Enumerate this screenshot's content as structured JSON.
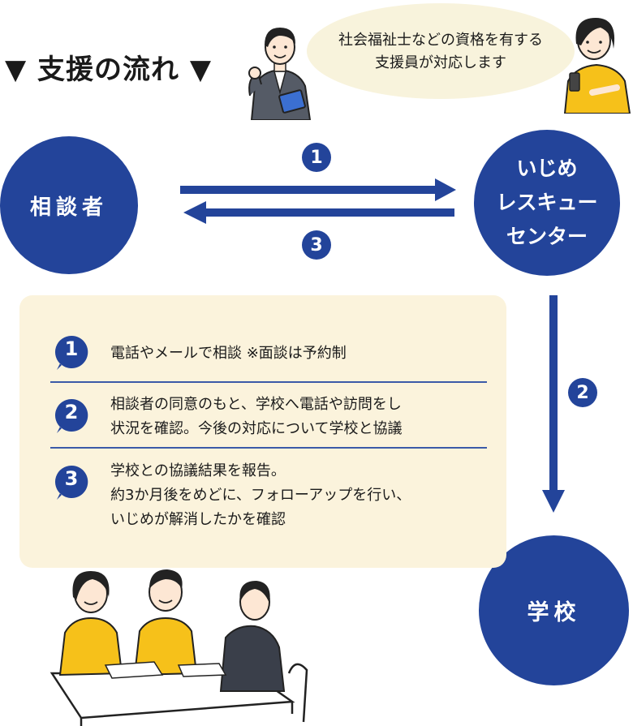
{
  "title": "▼ 支援の流れ ▼",
  "speech": {
    "line1": "社会福祉士などの資格を有する",
    "line2": "支援員が対応します"
  },
  "nodes": {
    "consulter": "相談者",
    "center_lines": [
      "いじめ",
      "レスキュー",
      "センター"
    ],
    "school": "学校"
  },
  "arrows": {
    "arrow1_num": "1",
    "arrow3_num": "3",
    "arrow2_num": "2"
  },
  "steps": [
    {
      "num": "1",
      "lines": [
        "電話やメールで相談 ※面談は予約制"
      ]
    },
    {
      "num": "2",
      "lines": [
        "相談者の同意のもと、学校へ電話や訪問をし",
        "状況を確認。今後の対応について学校と協議"
      ]
    },
    {
      "num": "3",
      "lines": [
        "学校との協議結果を報告。",
        "約3か月後をめどに、フォローアップを行い、",
        "いじめが解消したかを確認"
      ]
    }
  ],
  "colors": {
    "navy": "#23449a",
    "panel": "#fbf3dc",
    "bubble": "#f8f3dc",
    "yellow": "#f6c11a"
  }
}
